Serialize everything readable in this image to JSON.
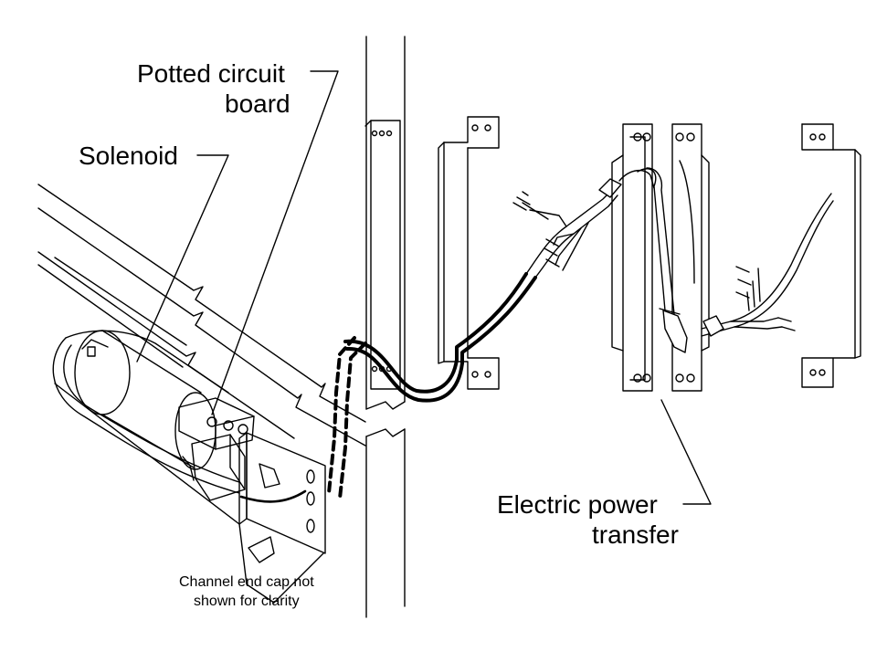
{
  "labels": {
    "potted_line1": "Potted circuit",
    "potted_line2": "board",
    "solenoid": "Solenoid",
    "power_line1": "Electric power",
    "power_line2": "transfer",
    "note_line1": "Channel end cap not",
    "note_line2": "shown for clarity"
  }
}
